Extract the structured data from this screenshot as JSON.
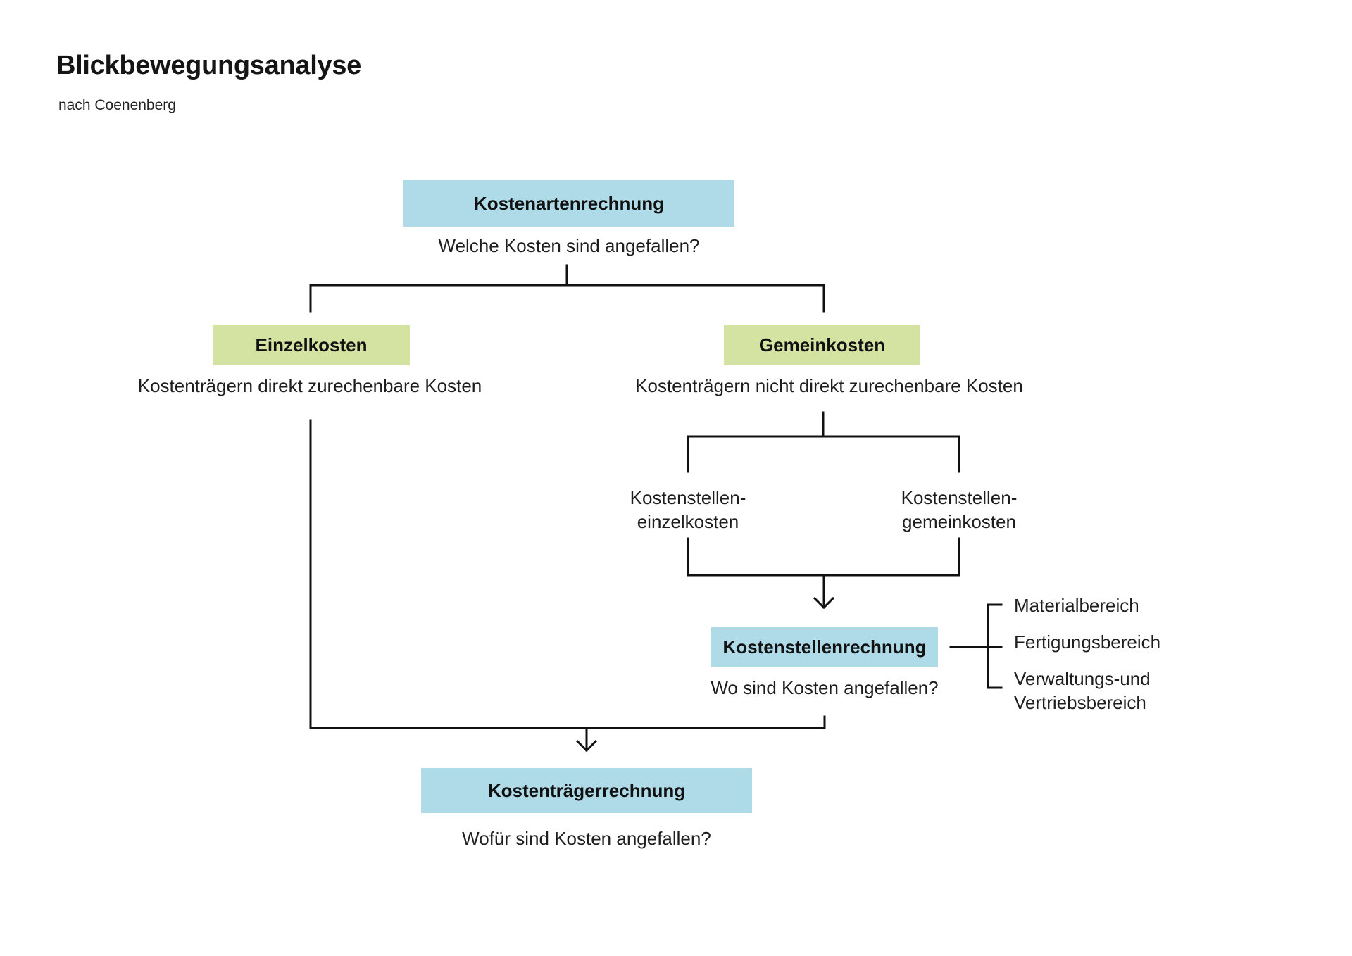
{
  "header": {
    "title": "Blickbewegungsanalyse",
    "subtitle": "nach Coenenberg"
  },
  "colors": {
    "primary_box": "#afdbe8",
    "secondary_box": "#d4e3a2",
    "line": "#111111"
  },
  "nodes": {
    "kostenarten": {
      "label": "Kostenartenrechnung",
      "question": "Welche Kosten sind angefallen?"
    },
    "einzelkosten": {
      "label": "Einzelkosten",
      "description": "Kostenträgern direkt zurechenbare Kosten"
    },
    "gemeinkosten": {
      "label": "Gemeinkosten",
      "description": "Kostenträgern nicht direkt zurechenbare Kosten"
    },
    "ks_einzelkosten": {
      "line1": "Kostenstellen-",
      "line2": "einzelkosten"
    },
    "ks_gemeinkosten": {
      "line1": "Kostenstellen-",
      "line2": "gemeinkosten"
    },
    "kostenstellen": {
      "label": "Kostenstellenrechnung",
      "question": "Wo sind Kosten angefallen?",
      "areas": [
        "Materialbereich",
        "Fertigungsbereich",
        "Verwaltungs-und",
        "Vertriebsbereich"
      ]
    },
    "kostentraeger": {
      "label": "Kostenträgerrechnung",
      "question": "Wofür sind Kosten angefallen?"
    }
  }
}
